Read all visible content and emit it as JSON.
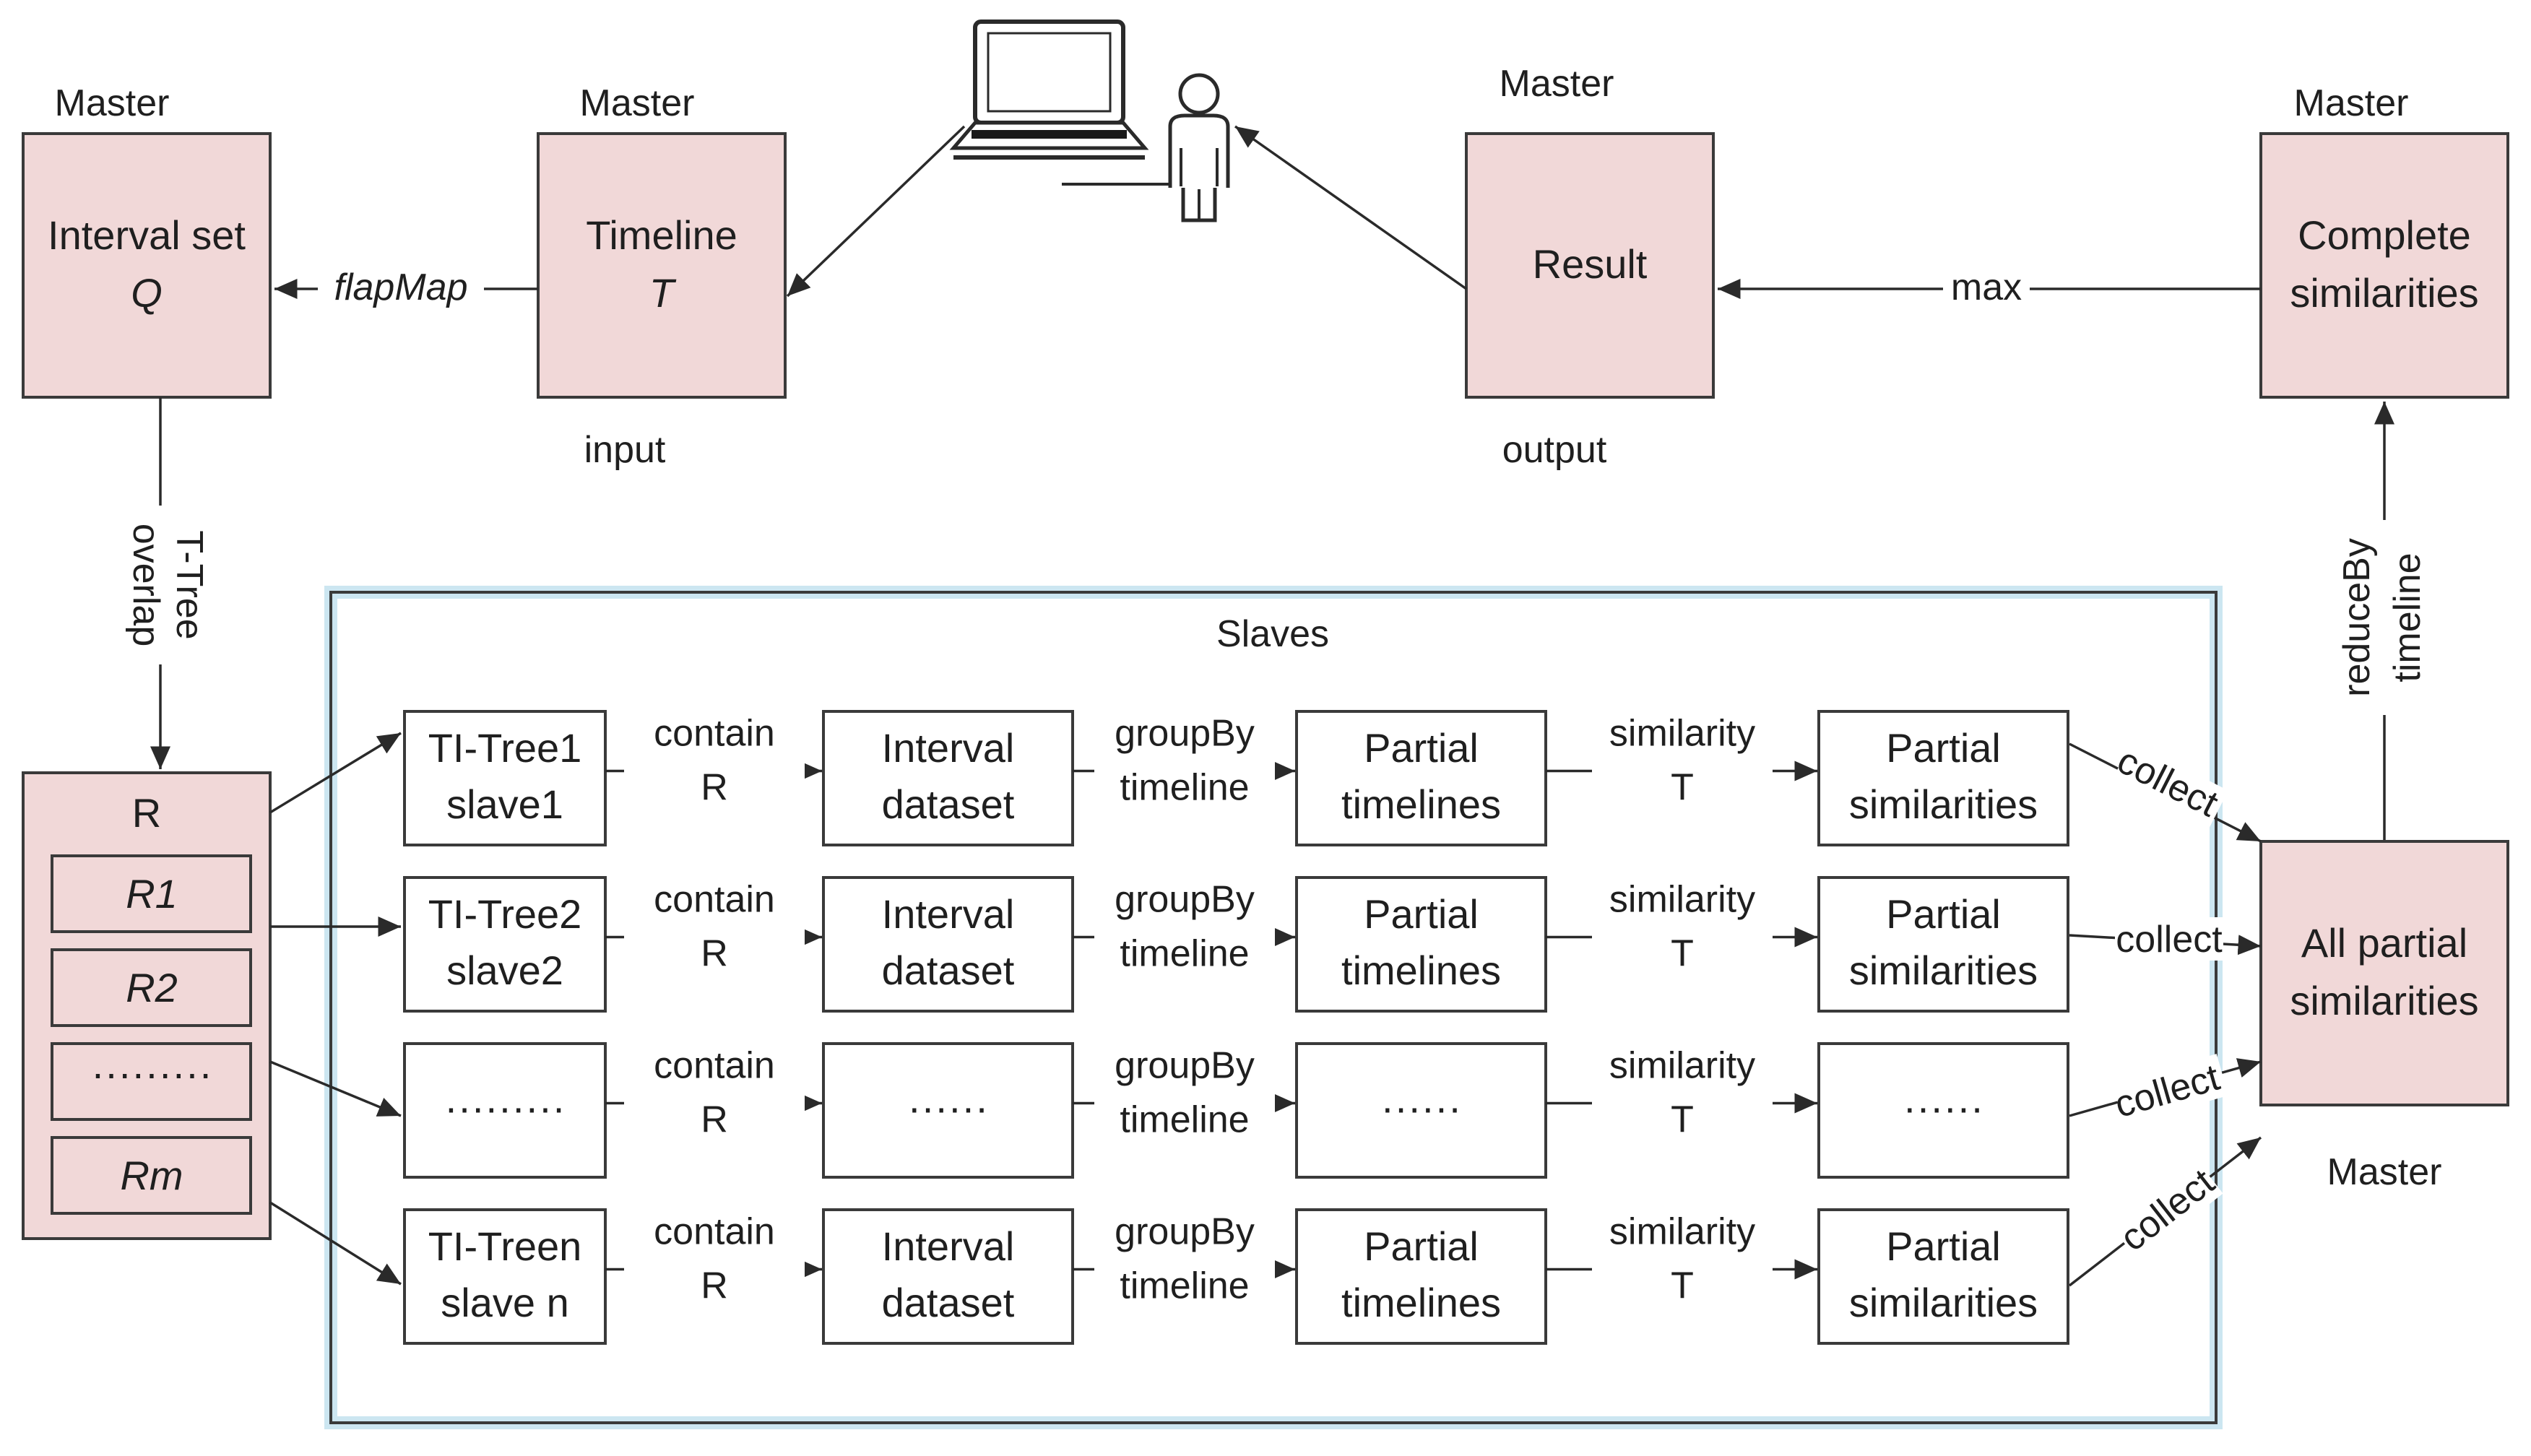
{
  "masters": {
    "interval_set": {
      "role": "Master",
      "line1": "Interval set",
      "line2": "Q"
    },
    "timeline": {
      "role": "Master",
      "line1": "Timeline",
      "line2": "T",
      "caption": "input"
    },
    "result": {
      "role": "Master",
      "line1": "Result",
      "caption": "output"
    },
    "complete": {
      "role": "Master",
      "line1": "Complete",
      "line2": "similarities"
    },
    "all_partial": {
      "role": "Master",
      "line1": "All partial",
      "line2": "similarities"
    }
  },
  "r_box": {
    "title": "R",
    "items": [
      "R1",
      "R2",
      "·········",
      "Rm"
    ]
  },
  "slaves": {
    "title": "Slaves",
    "rows": [
      {
        "tree1": "TI-Tree1",
        "tree2": "slave1",
        "data1": "Interval",
        "data2": "dataset",
        "part1": "Partial",
        "part2": "timelines",
        "sim1": "Partial",
        "sim2": "similarities"
      },
      {
        "tree1": "TI-Tree2",
        "tree2": "slave2",
        "data1": "Interval",
        "data2": "dataset",
        "part1": "Partial",
        "part2": "timelines",
        "sim1": "Partial",
        "sim2": "similarities"
      },
      {
        "tree1": "·········",
        "tree2": "",
        "data1": "······",
        "data2": "",
        "part1": "······",
        "part2": "",
        "sim1": "······",
        "sim2": ""
      },
      {
        "tree1": "TI-Treen",
        "tree2": "slave n",
        "data1": "Interval",
        "data2": "dataset",
        "part1": "Partial",
        "part2": "timelines",
        "sim1": "Partial",
        "sim2": "similarities"
      }
    ],
    "edge_contain": [
      "contain",
      "R"
    ],
    "edge_group": [
      "groupBy",
      "timeline"
    ],
    "edge_similarity": [
      "similarity",
      "T"
    ]
  },
  "edges": {
    "flapmap": "flapMap",
    "max": "max",
    "ttree": [
      "T-Tree",
      "overlap"
    ],
    "reduceby": [
      "reduceBy",
      "timeline"
    ],
    "collect": "collect"
  },
  "colors": {
    "master_fill": "#f1d8d8",
    "stroke": "#3a3a3a",
    "slaves_glow": "#bfe0ee"
  }
}
